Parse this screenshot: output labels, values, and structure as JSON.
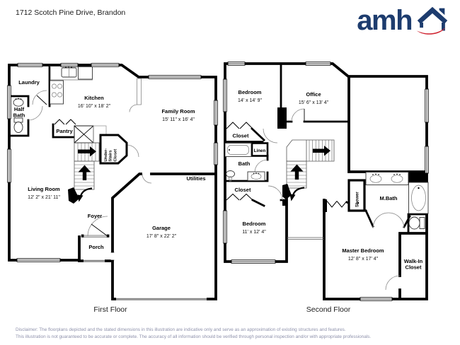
{
  "header": {
    "address": "1712 Scotch Pine Drive, Brandon",
    "logo_text": "amh"
  },
  "first_floor": {
    "label": "First Floor",
    "laundry": {
      "name": "Laundry"
    },
    "half_bath": {
      "name": "Half\nBath"
    },
    "kitchen": {
      "name": "Kitchen",
      "dims": "16' 10\" x 18' 2\""
    },
    "pantry": {
      "name": "Pantry"
    },
    "under_stairs": {
      "name": "Under-\nStairs\nCloset"
    },
    "family_room": {
      "name": "Family Room",
      "dims": "15' 11\" x 16' 4\""
    },
    "living_room": {
      "name": "Living Room",
      "dims": "12' 2\" x 21' 11\""
    },
    "foyer": {
      "name": "Foyer"
    },
    "porch": {
      "name": "Porch"
    },
    "utilities": {
      "name": "Utilities"
    },
    "garage": {
      "name": "Garage",
      "dims": "17' 8\" x 22' 2\""
    }
  },
  "second_floor": {
    "label": "Second Floor",
    "bedroom1": {
      "name": "Bedroom",
      "dims": "14' x 14' 9\""
    },
    "office": {
      "name": "Office",
      "dims": "15' 6\" x 13' 4\""
    },
    "closet1": {
      "name": "Closet"
    },
    "linen": {
      "name": "Linen"
    },
    "bath": {
      "name": "Bath"
    },
    "closet2": {
      "name": "Closet"
    },
    "bedroom2": {
      "name": "Bedroom",
      "dims": "11' x 12' 4\""
    },
    "shower": {
      "name": "Shower"
    },
    "mbath": {
      "name": "M.Bath"
    },
    "master": {
      "name": "Master Bedroom",
      "dims": "12' 8\" x 17' 4\""
    },
    "walkin": {
      "name": "Walk-In\nCloset"
    }
  },
  "footer": {
    "disclaimer_line1": "Disclaimer: The floorplans depicted and the stated dimensions in this illustration are indicative only and serve as an approximation of existing structures and features.",
    "disclaimer_line2": "This illustration is not guaranteed to be accurate or complete. The accuracy of all information should be verified through personal inspection and/or with appropriate professionals."
  },
  "colors": {
    "brand_navy": "#1d3c6e",
    "brand_red": "#cf2330",
    "muted": "#8e91ab"
  }
}
